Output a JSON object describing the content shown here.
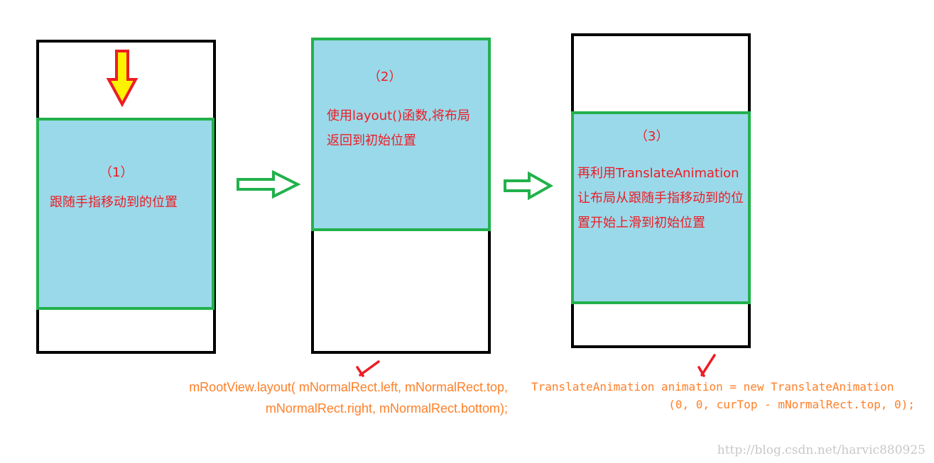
{
  "step1": {
    "label": "（1）",
    "description": [
      "跟随手指移动到的位置"
    ]
  },
  "step2": {
    "label": "（2）",
    "description": [
      "使用layout()函数,将布局",
      "返回到初始位置"
    ],
    "code": [
      "mRootView.layout( mNormalRect.left, mNormalRect.top,",
      "mNormalRect.right, mNormalRect.bottom);"
    ]
  },
  "step3": {
    "label": "（3）",
    "description": [
      "再利用TranslateAnimation",
      "让布局从跟随手指移动到的位",
      "置开始上滑到初始位置"
    ],
    "code": [
      "TranslateAnimation animation = new TranslateAnimation",
      "(0, 0, curTop - mNormalRect.top, 0);"
    ]
  },
  "watermark": "http://blog.csdn.net/harvic880925",
  "colors": {
    "frame_border": "#000000",
    "panel_border": "#22b14c",
    "panel_fill": "#9ad9ea",
    "annotation_text": "#ed1c24",
    "code_text": "#ff7f27",
    "down_arrow_fill": "#fff200",
    "down_arrow_stroke": "#ed1c24",
    "flow_arrow_stroke": "#22b14c",
    "check_mark": "#ed1c24"
  },
  "icons": [
    "down-arrow-icon",
    "right-arrow-icon",
    "check-mark-icon"
  ]
}
